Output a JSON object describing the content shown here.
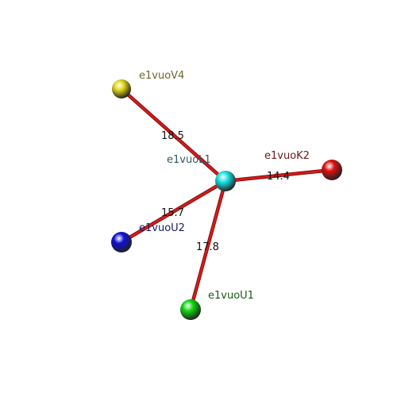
{
  "diagram": {
    "edge_color": "#d41a1a",
    "nodes": [
      {
        "id": "e1vuoL1",
        "label": "e1vuoL1",
        "color": "#19e3e3",
        "label_color": "#2e5a66"
      },
      {
        "id": "e1vuoV4",
        "label": "e1vuoV4",
        "color": "#e3d81a",
        "label_color": "#6b6a2a"
      },
      {
        "id": "e1vuoK2",
        "label": "e1vuoK2",
        "color": "#e01010",
        "label_color": "#6a1a1a"
      },
      {
        "id": "e1vuoU2",
        "label": "e1vuoU2",
        "color": "#1010d8",
        "label_color": "#1a1a66"
      },
      {
        "id": "e1vuoU1",
        "label": "e1vuoU1",
        "color": "#10d810",
        "label_color": "#1a5a1a"
      }
    ],
    "edges": [
      {
        "from": "e1vuoL1",
        "to": "e1vuoV4",
        "length": "18.5"
      },
      {
        "from": "e1vuoL1",
        "to": "e1vuoK2",
        "length": "14.4"
      },
      {
        "from": "e1vuoL1",
        "to": "e1vuoU2",
        "length": "15.7"
      },
      {
        "from": "e1vuoL1",
        "to": "e1vuoU1",
        "length": "17.8"
      }
    ]
  }
}
